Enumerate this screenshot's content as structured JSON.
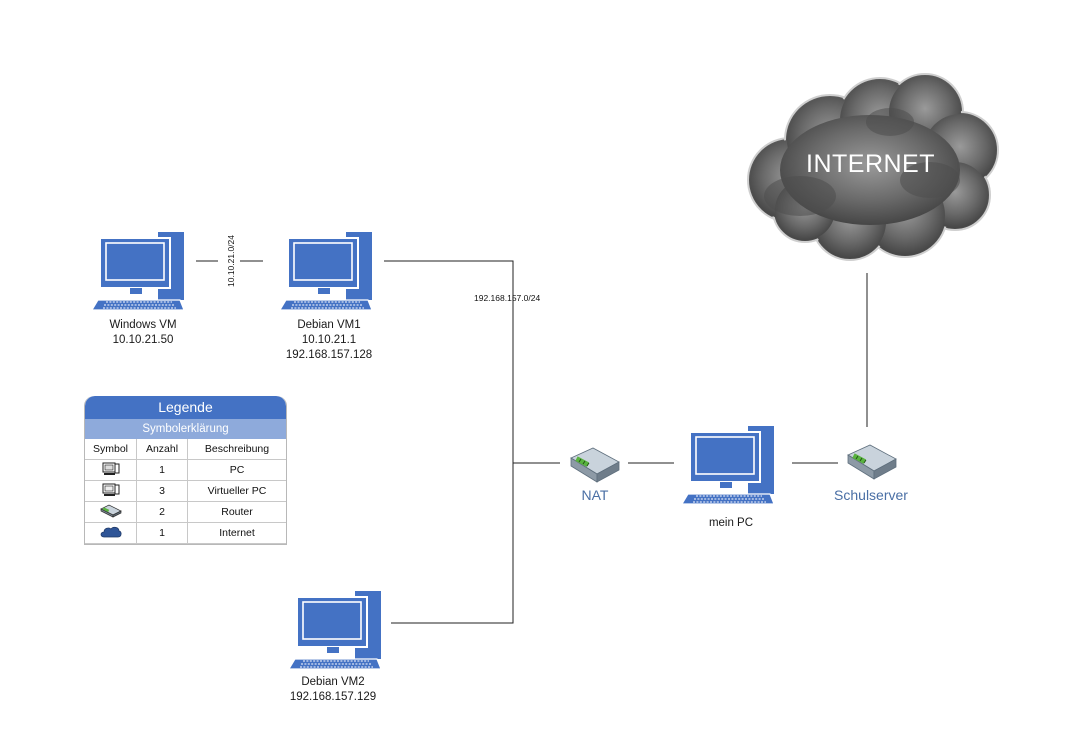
{
  "cloud": {
    "label": "INTERNET"
  },
  "nodes": {
    "windows_vm": {
      "name": "Windows VM",
      "ip": "10.10.21.50"
    },
    "debian_vm1": {
      "name": "Debian VM1",
      "ip1": "10.10.21.1",
      "ip2": "192.168.157.128"
    },
    "debian_vm2": {
      "name": "Debian VM2",
      "ip": "192.168.157.129"
    },
    "nat": {
      "name": "NAT"
    },
    "mein_pc": {
      "name": "mein PC"
    },
    "schulserver": {
      "name": "Schulserver"
    }
  },
  "networks": {
    "internal": "10.10.21.0/24",
    "host": "192.168.157.0/24"
  },
  "legend": {
    "title": "Legende",
    "subtitle": "Symbolerklärung",
    "headers": [
      "Symbol",
      "Anzahl",
      "Beschreibung"
    ],
    "rows": [
      {
        "icon": "pc-icon",
        "count": "1",
        "description": "PC"
      },
      {
        "icon": "virtual-pc-icon",
        "count": "3",
        "description": "Virtueller PC"
      },
      {
        "icon": "router-icon",
        "count": "2",
        "description": "Router"
      },
      {
        "icon": "internet-icon",
        "count": "1",
        "description": "Internet"
      }
    ]
  },
  "colors": {
    "monitor_blue": "#4472c4",
    "label_blue": "#4a6fa5",
    "cloud_dark": "#5a5a5a",
    "router_grey": "#a9b4be"
  }
}
